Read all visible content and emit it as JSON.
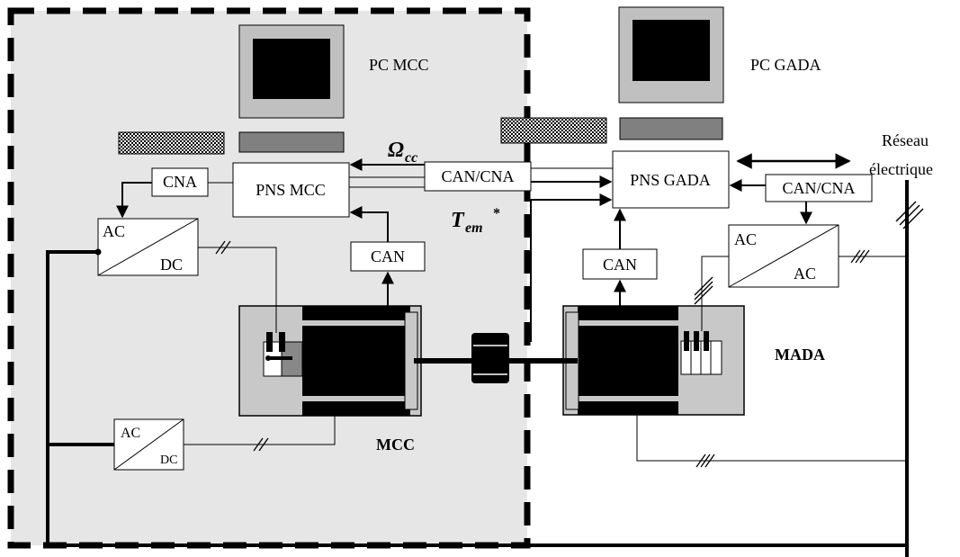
{
  "labels": {
    "pc_mcc": "PC MCC",
    "pc_gada": "PC GADA",
    "reseau_line1": "Réseau",
    "reseau_line2": "électrique",
    "omega_main": "Ω",
    "omega_sub": "cc",
    "tem_main": "T",
    "tem_sub": "em",
    "tem_sup": "*",
    "cna": "CNA",
    "pns_mcc": "PNS MCC",
    "can_cna_mid": "CAN/CNA",
    "pns_gada": "PNS GADA",
    "can_cna_right": "CAN/CNA",
    "can_mcc": "CAN",
    "can_mada": "CAN",
    "conv_top_ac": "AC",
    "conv_top_dc": "DC",
    "conv_bottom_ac": "AC",
    "conv_bottom_dc": "DC",
    "conv_right_ac1": "AC",
    "conv_right_ac2": "AC",
    "mcc": "MCC",
    "mada": "MADA"
  },
  "colors": {
    "region_fill": "#e6e6e6",
    "screen_dark": "#000000",
    "monitor_body": "#c0c0c0",
    "keyboard_gray": "#808080",
    "machine_fill": "#c8c8c8"
  }
}
